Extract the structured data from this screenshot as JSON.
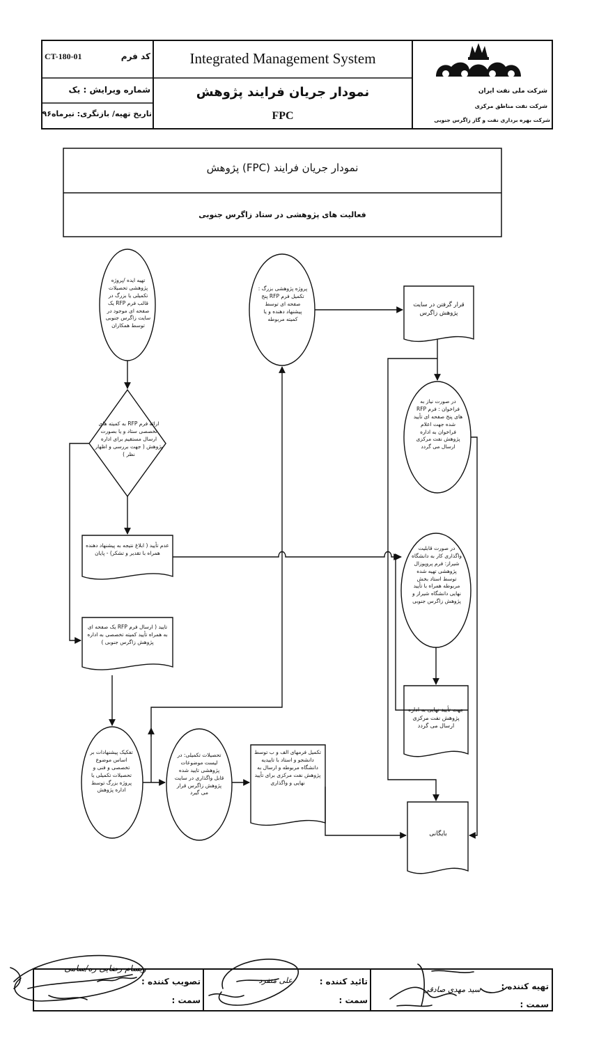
{
  "header": {
    "form_code_label": "کد فرم",
    "form_code_value": "CT-180-01",
    "revision": "شماره ویرایش : یک",
    "date": "تاریخ تهیه/ بازنگری: تیرماه۹۶",
    "system_title": "Integrated Management System",
    "doc_title": "نمودار جریان فرایند پژوهش",
    "doc_abbr": "FPC",
    "company_1": "شرکت ملی نفت ایران",
    "company_2": "شرکت نفت مناطق مرکزی",
    "company_3": "شرکت بهره برداری نفت و گاز زاگرس جنوبی"
  },
  "title_box": {
    "title": "نمودار جریان فرایند (FPC) پژوهش",
    "subtitle": "فعالیت های پژوهشی در ستاد زاگرس جنوبی"
  },
  "nodes": {
    "n1": "تهیه ایده /پروژه پژوهشی تحصیلات تکمیلی یا بزرگ در قالب فرم RFP یک صفحه ای موجود در سایت زاگرس جنوبی توسط همکاران",
    "n2": "ارائه فرم RFP به کمیته های تخصصی ستاد و یا بصورت ارسال مستقیم برای اداره پژوهش ( جهت بررسی و اظهار نظر )",
    "n3": "عدم تأیید ( ابلاغ نتیجه به پیشنهاد دهنده همراه با تقدیر و تشکر) - پایان",
    "n4": "تایید ( ارسال فرم RFP یک صفحه ای به همراه تأیید کمیته تخصصی به اداره پژوهش زاگرس جنوبی )",
    "n5": "تفکیک پیشنهادات بر اساس موضوع تخصصی و فنی و تحصیلات تکمیلی یا پروژه بزرگ توسط اداره پژوهش",
    "n6": "تحصیلات تکمیلی: در لیست موضوعات پژوهشی تایید شده قابل واگذاری در سایت پژوهش زاگرس قرار می گیرد",
    "n7": "تکمیل فرمهای الف و ب توسط دانشجو و استاد با تاییدیه دانشگاه مربوطه و ارسال به پژوهش نفت مرکزی برای تأیید نهایی و واگذاری",
    "n8": "پروژه پژوهشی بزرگ : تکمیل فرم RFP پنج صفحه ای توسط پیشنهاد دهنده و یا کمیته مربوطه",
    "n9": "قرار گرفتن در سایت پژوهش زاگرس",
    "n10": "در صورت نیاز به فراخوان : فرم RFP های پنج صفحه ای تأیید شده جهت اعلام فراخوان به اداره پژوهش نفت مرکزی ارسال می گردد",
    "n11": "در صورت قابلیت واگذاری کار به دانشگاه شیراز: فرم پروپوزال پژوهشی تهیه شده توسط استاد بخش مربوطه همراه با تأیید نهایی دانشگاه شیراز و پژوهش زاگرس جنوبی",
    "n12": "جهت تأیید نهایی به اداره پژوهش نفت مرکزی ارسال می گردد",
    "n13": "بایگانی"
  },
  "footer": {
    "approved_label": "تصویب کننده :",
    "approved_name": "ویسام رضایی ره/سامی",
    "approved_post_label": "سمت :",
    "verified_label": "تائید کننده :",
    "verified_name": "علی منفرد",
    "verified_post_label": "سمت :",
    "prepared_label": "تهیه کننده :",
    "prepared_name": "سید مهدی صادقی",
    "prepared_post_label": "سمت :"
  }
}
